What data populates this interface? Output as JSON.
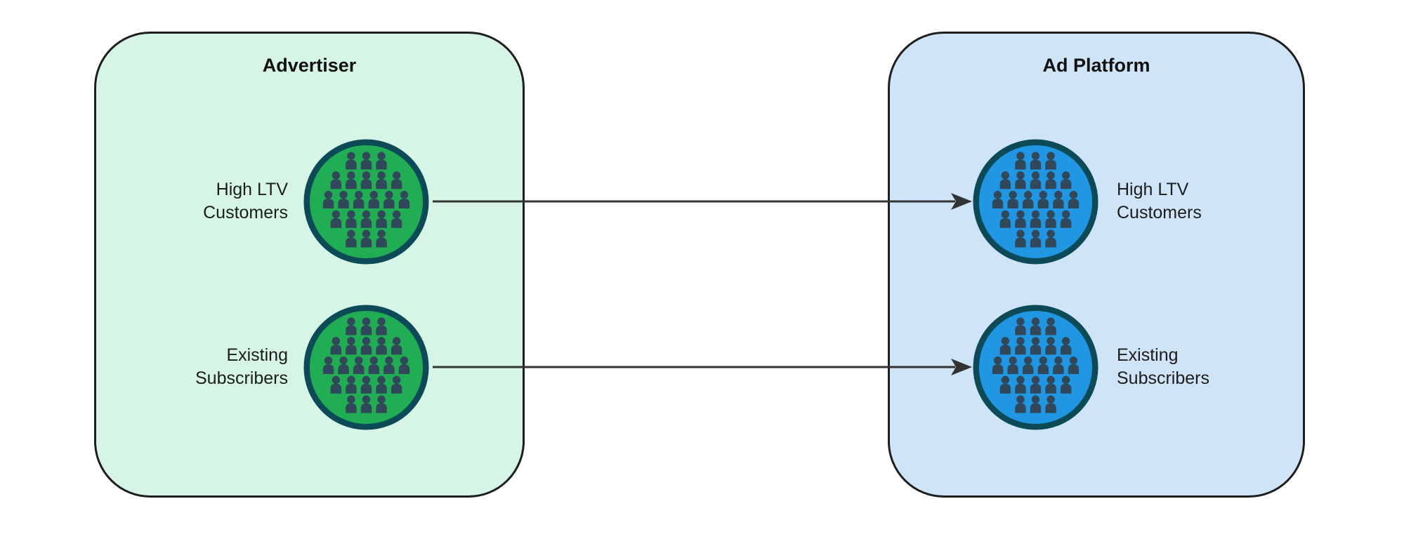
{
  "advertiser": {
    "title": "Advertiser",
    "fill": "#d7f5e6",
    "groups": [
      {
        "name": "High LTV Customers",
        "line1": "High LTV",
        "line2": "Customers",
        "icon": "crowd-icon",
        "node_color": "#21ad53"
      },
      {
        "name": "Existing Subscribers",
        "line1": "Existing",
        "line2": "Subscribers",
        "icon": "crowd-icon",
        "node_color": "#21ad53"
      }
    ]
  },
  "ad_platform": {
    "title": "Ad Platform",
    "fill": "#cfe4f7",
    "groups": [
      {
        "name": "High LTV Customers",
        "line1": "High LTV",
        "line2": "Customers",
        "icon": "crowd-icon",
        "node_color": "#2196e3"
      },
      {
        "name": "Existing Subscribers",
        "line1": "Existing",
        "line2": "Subscribers",
        "icon": "crowd-icon",
        "node_color": "#2196e3"
      }
    ]
  },
  "arrows": [
    {
      "from": "Advertiser High LTV Customers",
      "to": "Ad Platform High LTV Customers",
      "direction": "right"
    },
    {
      "from": "Advertiser Existing Subscribers",
      "to": "Ad Platform Existing Subscribers",
      "direction": "right"
    }
  ],
  "colors": {
    "background": "#ffffff",
    "advertiser_panel_fill": "#d7f5e6",
    "ad_platform_panel_fill": "#cfe4f7",
    "panel_border": "#1e1e1e",
    "green_node_fill": "#21ad53",
    "blue_node_fill": "#2196e3",
    "node_ring": "#0c4a58",
    "people_silhouette": "#31485a",
    "arrow": "#333333"
  }
}
